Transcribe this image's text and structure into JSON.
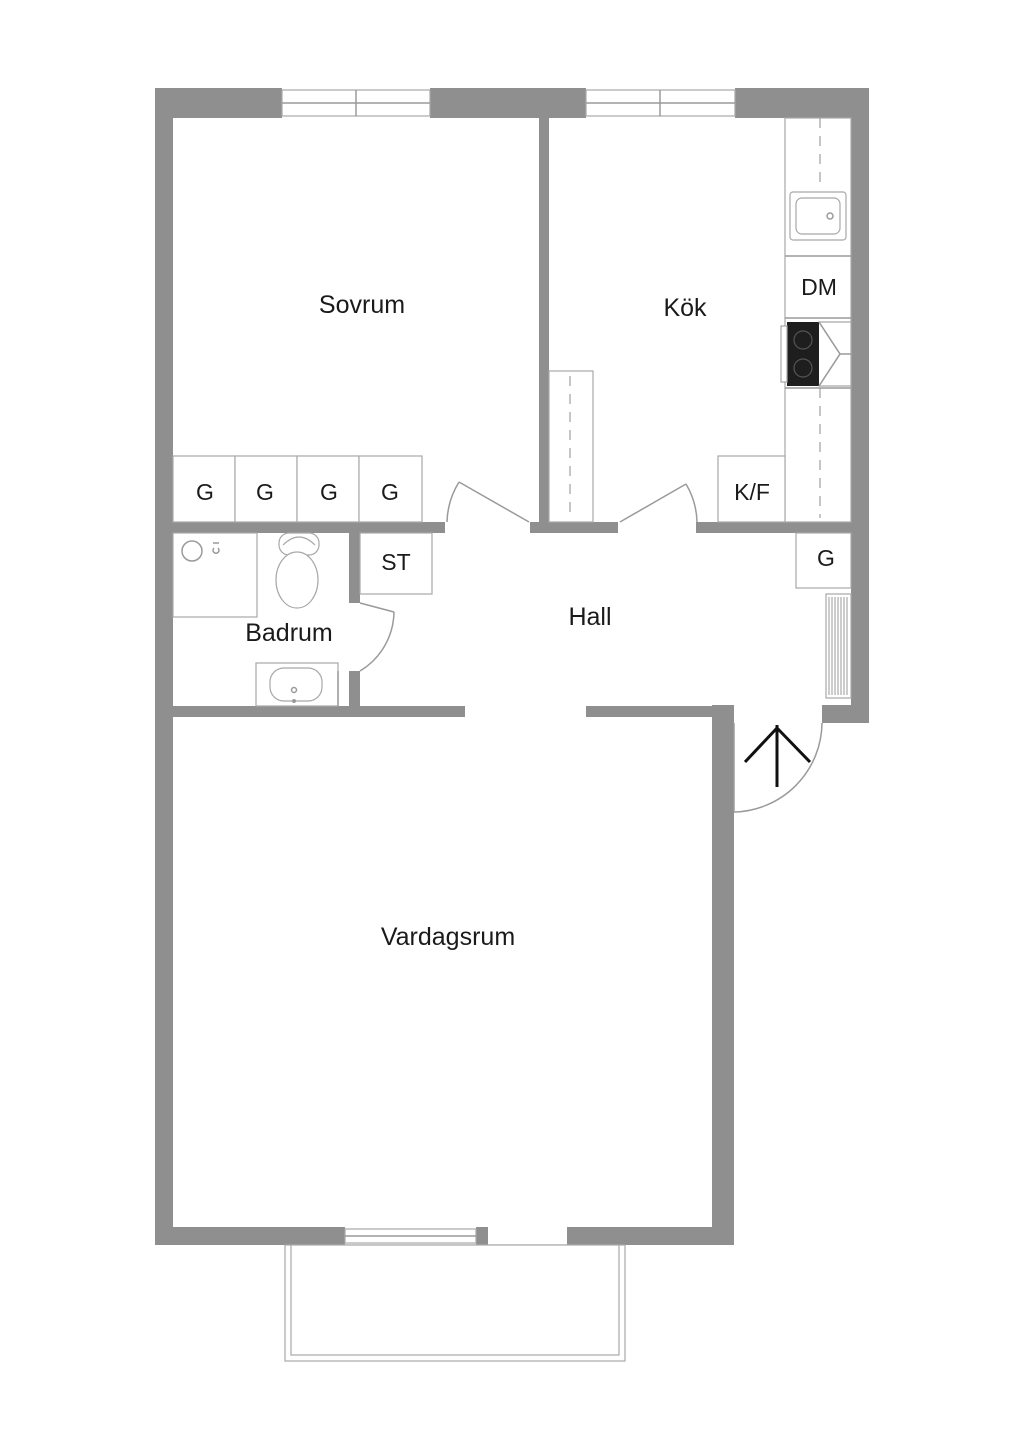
{
  "rooms": {
    "sovrum": "Sovrum",
    "kok": "Kök",
    "badrum": "Badrum",
    "hall": "Hall",
    "vardagsrum": "Vardagsrum"
  },
  "fixtures": {
    "wardrobe": "G",
    "dishwasher": "DM",
    "fridge_freezer": "K/F",
    "storage": "ST"
  },
  "colors": {
    "wall": "#8f8f8f",
    "fixture_line": "#a8a8a8",
    "stove": "#1e1e1e"
  }
}
